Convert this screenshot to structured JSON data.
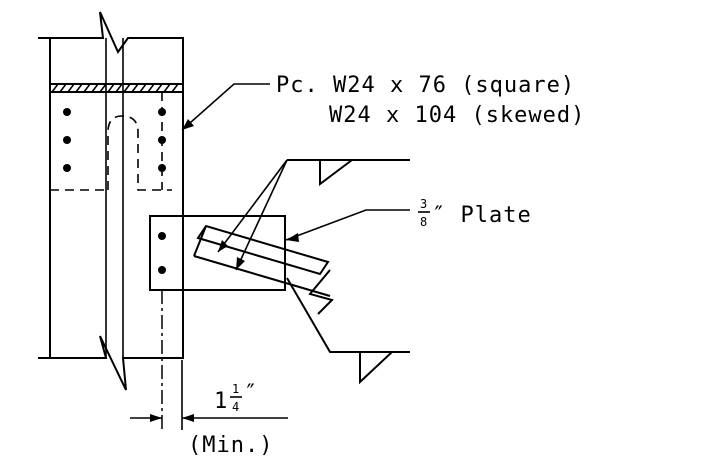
{
  "labels": {
    "member_line1": "Pc. W24 x 76 (square)",
    "member_line2": "W24 x 104 (skewed)",
    "plate_num": "3",
    "plate_den": "8",
    "plate_text": "″ Plate",
    "dim_whole": "1",
    "dim_num": "1",
    "dim_den": "4",
    "dim_inch": "″",
    "dim_note": "(Min.)"
  },
  "colors": {
    "line": "#000000",
    "background": "#ffffff"
  }
}
